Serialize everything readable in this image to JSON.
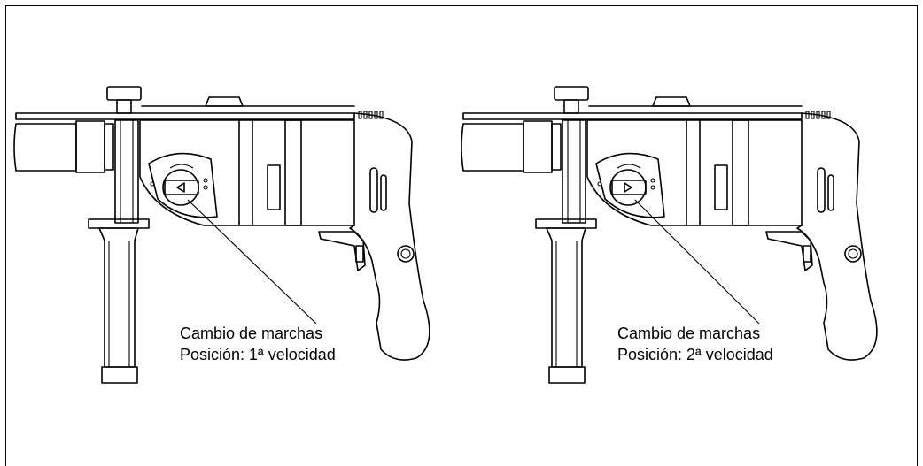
{
  "figures": [
    {
      "caption_line1": "Cambio de marchas",
      "caption_line2": "Posición: 1ª velocidad",
      "arrow_direction": "left"
    },
    {
      "caption_line1": "Cambio de marchas",
      "caption_line2": "Posición: 2ª velocidad",
      "arrow_direction": "right"
    }
  ],
  "colors": {
    "line": "#000000",
    "background": "#ffffff"
  }
}
